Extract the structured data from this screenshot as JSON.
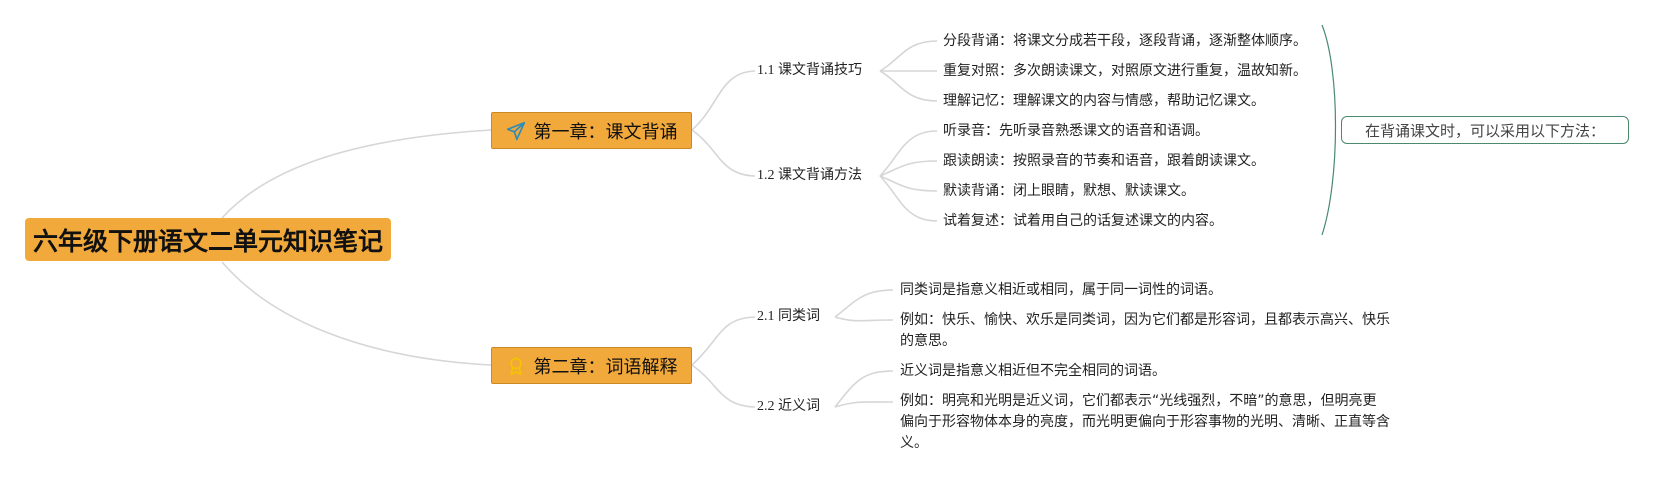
{
  "root": {
    "label": "六年级下册语文二单元知识笔记"
  },
  "chapters": [
    {
      "label": "第一章：课文背诵",
      "icon": "paper-plane-icon",
      "sections": [
        {
          "label": "1.1 课文背诵技巧",
          "items": [
            "分段背诵：将课文分成若干段，逐段背诵，逐渐整体顺序。",
            "重复对照：多次朗读课文，对照原文进行重复，温故知新。",
            "理解记忆：理解课文的内容与情感，帮助记忆课文。"
          ]
        },
        {
          "label": "1.2 课文背诵方法",
          "items": [
            "听录音：先听录音熟悉课文的语音和语调。",
            "跟读朗读：按照录音的节奏和语音，跟着朗读课文。",
            "默读背诵：闭上眼睛，默想、默读课文。",
            "试着复述：试着用自己的话复述课文的内容。"
          ]
        }
      ],
      "summary": "在背诵课文时，可以采用以下方法："
    },
    {
      "label": "第二章：词语解释",
      "icon": "ribbon-award-icon",
      "sections": [
        {
          "label": "2.1 同类词",
          "items": [
            "同类词是指意义相近或相同，属于同一词性的词语。",
            "例如：快乐、愉快、欢乐是同类词，因为它们都是形容词，且都表示高兴、快乐的意思。"
          ]
        },
        {
          "label": "2.2 近义词",
          "items": [
            "近义词是指意义相近但不完全相同的词语。",
            "例如：明亮和光明是近义词，它们都表示“光线强烈，不暗”的意思，但明亮更偏向于形容物体本身的亮度，而光明更偏向于形容事物的光明、清晰、正直等含义。"
          ]
        }
      ]
    }
  ],
  "colors": {
    "node_fill": "#f2a93b",
    "link": "#d6d6d6",
    "summary_border": "#4a8a6e",
    "icon_blue": "#2f8bb8",
    "icon_gold": "#f5c400"
  }
}
